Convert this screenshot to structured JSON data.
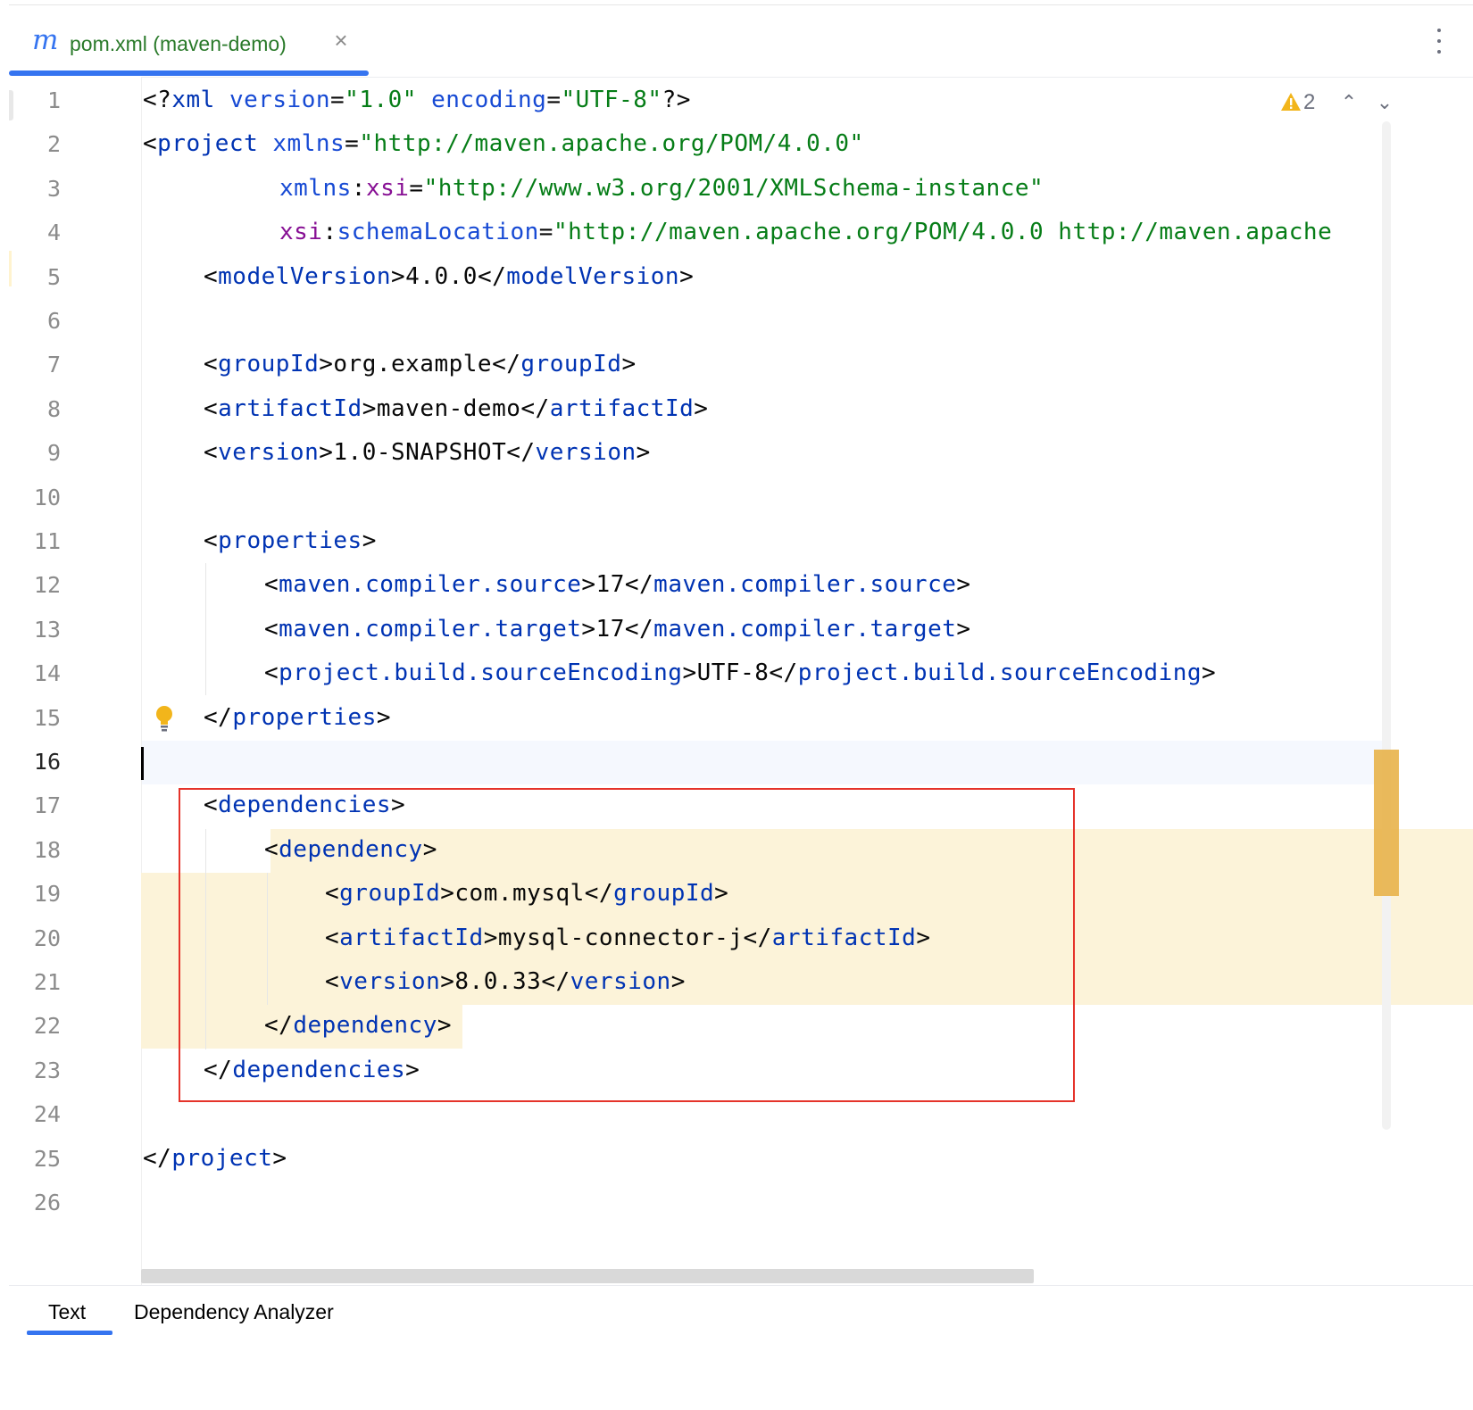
{
  "tab": {
    "icon": "m",
    "title": "pom.xml (maven-demo)",
    "close": "×"
  },
  "inspections": {
    "warning_count": "2"
  },
  "current_line": 16,
  "line_numbers": [
    "1",
    "2",
    "3",
    "4",
    "5",
    "6",
    "7",
    "8",
    "9",
    "10",
    "11",
    "12",
    "13",
    "14",
    "15",
    "16",
    "17",
    "18",
    "19",
    "20",
    "21",
    "22",
    "23",
    "24",
    "25",
    "26"
  ],
  "code": {
    "l1": [
      "<?",
      "xml",
      " ",
      "version",
      "=",
      "\"1.0\"",
      " ",
      "encoding",
      "=",
      "\"UTF-8\"",
      "?>"
    ],
    "l2": [
      "<",
      "project",
      " ",
      "xmlns",
      "=",
      "\"http://maven.apache.org/POM/4.0.0\""
    ],
    "l3": [
      "xmlns",
      ":",
      "xsi",
      "=",
      "\"http://www.w3.org/2001/XMLSchema-instance\""
    ],
    "l4": [
      "xsi",
      ":",
      "schemaLocation",
      "=",
      "\"http://maven.apache.org/POM/4.0.0 http://maven.apache"
    ],
    "l5": [
      "<",
      "modelVersion",
      ">",
      "4.0.0",
      "</",
      "modelVersion",
      ">"
    ],
    "l7": [
      "<",
      "groupId",
      ">",
      "org.example",
      "</",
      "groupId",
      ">"
    ],
    "l8": [
      "<",
      "artifactId",
      ">",
      "maven-demo",
      "</",
      "artifactId",
      ">"
    ],
    "l9": [
      "<",
      "version",
      ">",
      "1.0-SNAPSHOT",
      "</",
      "version",
      ">"
    ],
    "l11": [
      "<",
      "properties",
      ">"
    ],
    "l12": [
      "<",
      "maven.compiler.source",
      ">",
      "17",
      "</",
      "maven.compiler.source",
      ">"
    ],
    "l13": [
      "<",
      "maven.compiler.target",
      ">",
      "17",
      "</",
      "maven.compiler.target",
      ">"
    ],
    "l14": [
      "<",
      "project.build.sourceEncoding",
      ">",
      "UTF-8",
      "</",
      "project.build.sourceEncoding",
      ">"
    ],
    "l15": [
      "</",
      "properties",
      ">"
    ],
    "l17": [
      "<",
      "dependencies",
      ">"
    ],
    "l18": [
      "<",
      "dependency",
      ">"
    ],
    "l19": [
      "<",
      "groupId",
      ">",
      "com.mysql",
      "</",
      "groupId",
      ">"
    ],
    "l20": [
      "<",
      "artifactId",
      ">",
      "mysql-connector-j",
      "</",
      "artifactId",
      ">"
    ],
    "l21": [
      "<",
      "version",
      ">",
      "8.0.33",
      "</",
      "version",
      ">"
    ],
    "l22": [
      "</",
      "dependency",
      ">"
    ],
    "l23": [
      "</",
      "dependencies",
      ">"
    ],
    "l25": [
      "</",
      "project",
      ">"
    ]
  },
  "bottom_tabs": [
    "Text",
    "Dependency Analyzer"
  ],
  "colors": {
    "tag": "#0033b3",
    "attribute": "#174ad4",
    "namespace": "#871094",
    "string": "#067d17",
    "highlight": "#fcf3d9",
    "annotation_box": "#e5332a",
    "accent": "#3574f0"
  }
}
